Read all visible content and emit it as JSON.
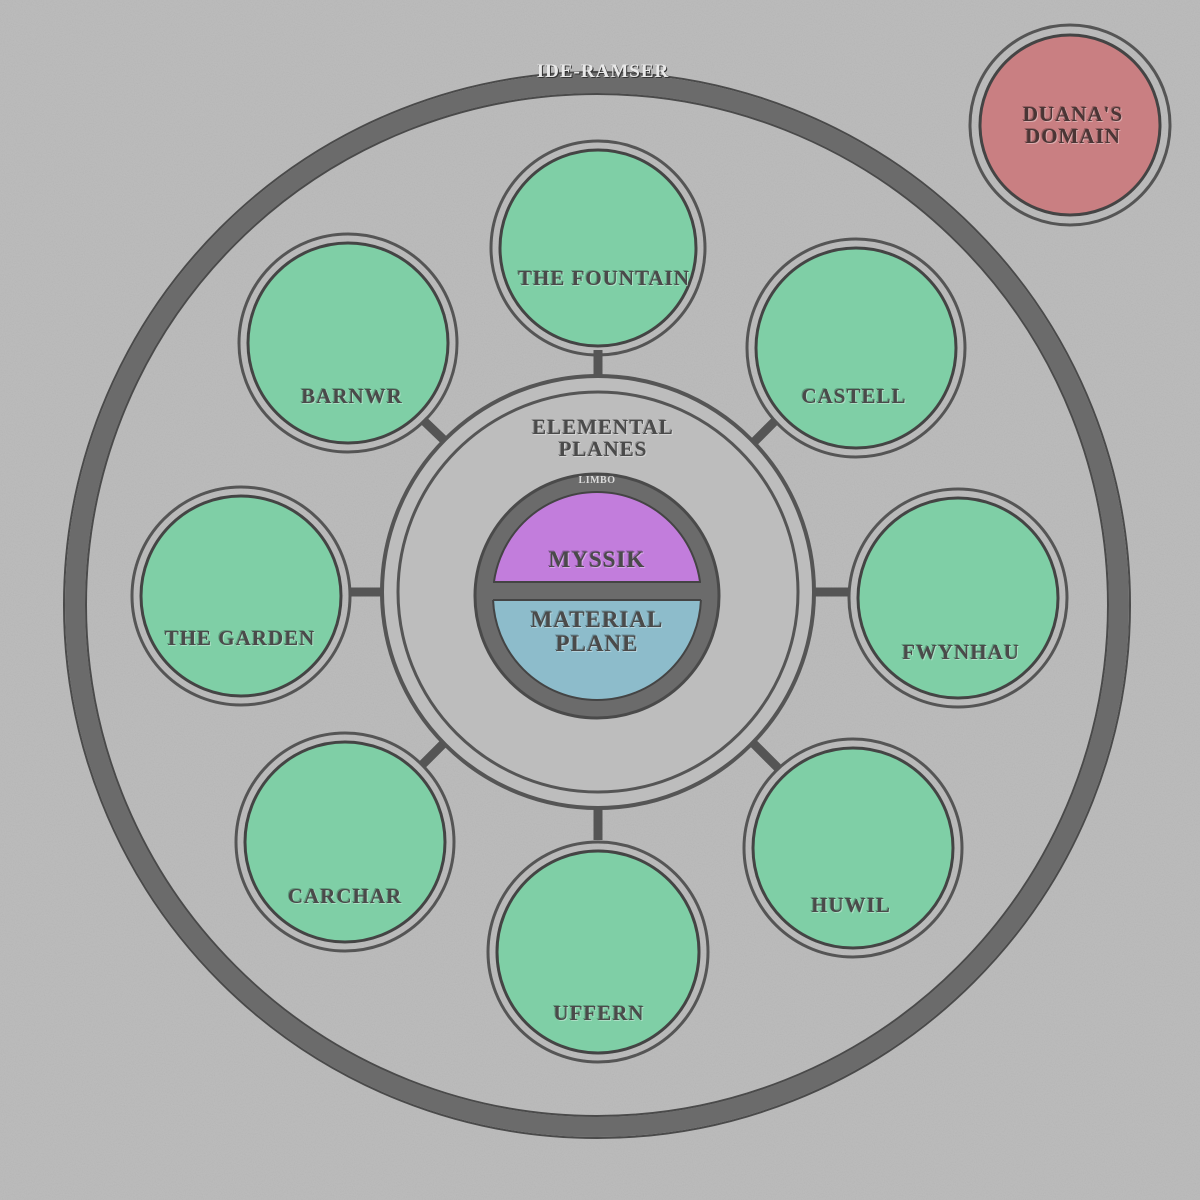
{
  "diagram": {
    "type": "cosmology-plane-map",
    "outer_ring": {
      "label": "IDE-RAMSER"
    },
    "elemental_ring": {
      "label": "ELEMENTAL\nPLANES"
    },
    "limbo_ring": {
      "label": "LIMBO"
    },
    "core": {
      "upper": {
        "label": "MYSSIK",
        "color": "#c27ddc"
      },
      "lower": {
        "label": "MATERIAL\nPLANE",
        "color": "#8dbccb"
      }
    },
    "outer_planes": [
      {
        "id": "the-fountain",
        "label": "THE FOUNTAIN",
        "color": "#7fcfa6"
      },
      {
        "id": "castell",
        "label": "CASTELL",
        "color": "#7fcfa6"
      },
      {
        "id": "fwynhau",
        "label": "FWYNHAU",
        "color": "#7fcfa6"
      },
      {
        "id": "huwil",
        "label": "HUWIL",
        "color": "#7fcfa6"
      },
      {
        "id": "uffern",
        "label": "UFFERN",
        "color": "#7fcfa6"
      },
      {
        "id": "carchar",
        "label": "CARCHAR",
        "color": "#7fcfa6"
      },
      {
        "id": "the-garden",
        "label": "THE GARDEN",
        "color": "#7fcfa6"
      },
      {
        "id": "barnwr",
        "label": "BARNWR",
        "color": "#7fcfa6"
      }
    ],
    "separate_domain": {
      "label": "DUANA'S\nDOMAIN",
      "color": "#c97f82"
    },
    "colors": {
      "background": "#bdbdbd",
      "ring": "#6b6b6b",
      "outline": "#555555",
      "plane_green": "#7fcfa6",
      "myssik_purple": "#c27ddc",
      "material_blue": "#8dbccb",
      "domain_red": "#c97f82"
    }
  }
}
